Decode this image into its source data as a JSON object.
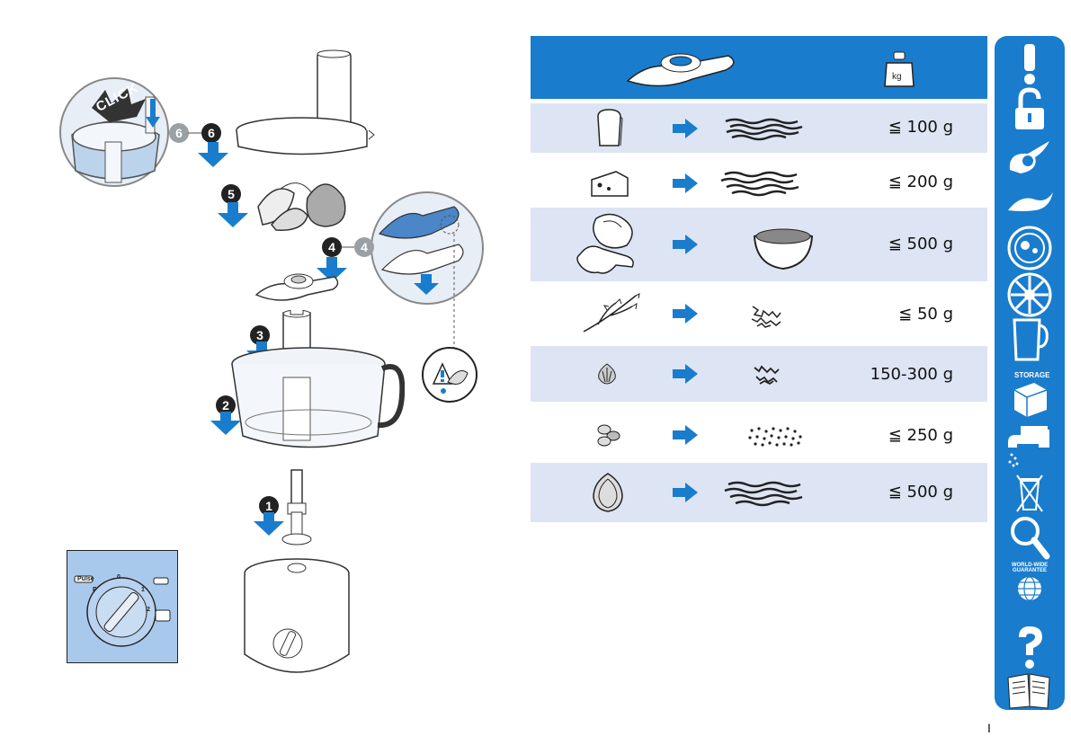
{
  "assembly": {
    "click_text": "CLICK",
    "steps": [
      "1",
      "2",
      "3",
      "4",
      "5",
      "6"
    ],
    "dial_labels": {
      "pulse": "Pulse",
      "zero": "0",
      "one": "1",
      "two": "2",
      "p": "P"
    }
  },
  "table": {
    "header": {
      "weight_icon_text": "kg"
    },
    "rows": [
      {
        "food": "bread-icon",
        "amount": "≦ 100 g"
      },
      {
        "food": "cheese-icon",
        "amount": "≦ 200 g"
      },
      {
        "food": "meat-icon",
        "amount": "≦ 500 g"
      },
      {
        "food": "herbs-icon",
        "amount": "≦ 50 g"
      },
      {
        "food": "garlic-icon",
        "amount": "150-300 g"
      },
      {
        "food": "nuts-icon",
        "amount": "≦ 250 g"
      },
      {
        "food": "onion-icon",
        "amount": "≦ 500 g"
      }
    ]
  },
  "sidebar": {
    "icons": [
      "warning-icon",
      "unlock-icon",
      "blade-icon",
      "slicer-icon",
      "disc-icon",
      "emulsifying-disc-icon",
      "jug-icon",
      "storage-icon",
      "tap-icon",
      "disposal-icon",
      "search-icon",
      "worldwide-guarantee-icon",
      "question-icon",
      "manual-icon"
    ],
    "storage_text": "STORAGE",
    "guarantee_text": "WORLD-WIDE GUARANTEE"
  },
  "page_number": "I",
  "colors": {
    "accent": "#1a7ccc",
    "row_shade": "#dde5f4",
    "dial_bg": "#a9c9ec"
  }
}
